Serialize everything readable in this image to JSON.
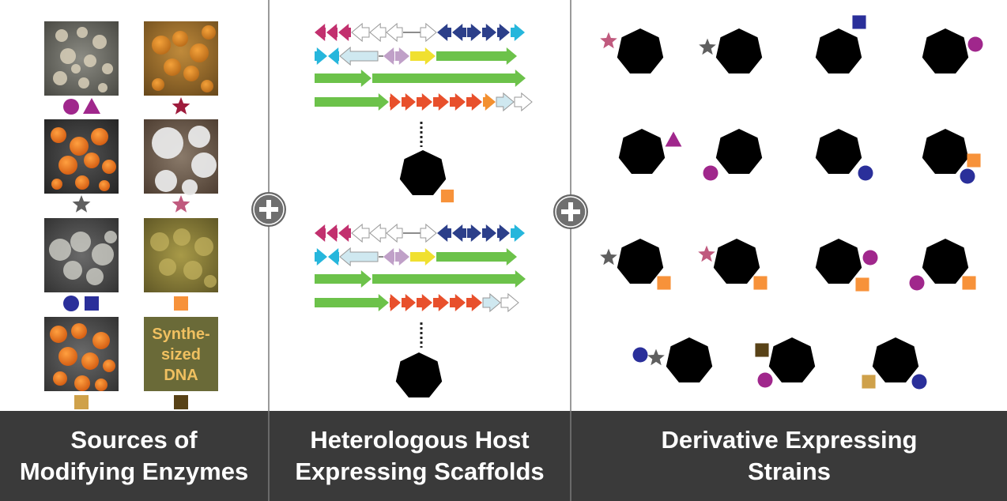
{
  "colors": {
    "magenta": "#a0278c",
    "crimson": "#9e1b3c",
    "grey_star": "#5f5f5f",
    "pink": "#c05a7e",
    "navy": "#2a2f9a",
    "orange": "#f7923a",
    "tan": "#cfa14a",
    "dark_brown": "#584217",
    "synth_bg": "#6a6a38",
    "synth_text": "#f0c060",
    "host": "#000000",
    "footer_bg": "#3a3a3a",
    "plus_button": "#666666"
  },
  "panels": {
    "sources": {
      "label_lines": [
        "Sources of",
        "Modifying Enzymes"
      ],
      "synthesized_tile_lines": [
        "Synthe-",
        "sized",
        "DNA"
      ],
      "tiles": [
        {
          "name": "tile-1",
          "style": "colony-pale",
          "markers": [
            "magenta-circle",
            "magenta-triangle"
          ]
        },
        {
          "name": "tile-2",
          "style": "colony-amber",
          "markers": [
            "crimson-star"
          ]
        },
        {
          "name": "tile-3",
          "style": "colony-orange",
          "markers": [
            "grey-star"
          ]
        },
        {
          "name": "tile-4",
          "style": "colony-white",
          "markers": [
            "pink-star"
          ]
        },
        {
          "name": "tile-5",
          "style": "colony-grey",
          "markers": [
            "navy-circle",
            "navy-square"
          ]
        },
        {
          "name": "tile-6",
          "style": "colony-olive",
          "markers": [
            "orange-square"
          ]
        },
        {
          "name": "tile-7",
          "style": "colony-orange-dense",
          "markers": [
            "tan-square"
          ]
        },
        {
          "name": "tile-8",
          "style": "synthesized-dna",
          "markers": [
            "dark-brown-square"
          ]
        }
      ]
    },
    "host": {
      "label_lines": [
        "Heterologous Host",
        "Expressing Scaffolds"
      ],
      "gene_clusters": [
        {
          "name": "gene-cluster-with-modification",
          "host_marker": "orange-square"
        },
        {
          "name": "gene-cluster-base",
          "host_marker": "none"
        }
      ]
    },
    "derivatives": {
      "label_lines": [
        "Derivative Expressing",
        "Strains"
      ],
      "strains": [
        {
          "markers": [
            "pink-star"
          ]
        },
        {
          "markers": [
            "grey-star"
          ]
        },
        {
          "markers": [
            "navy-square"
          ]
        },
        {
          "markers": [
            "magenta-circle"
          ]
        },
        {
          "markers": [
            "magenta-triangle"
          ]
        },
        {
          "markers": [
            "magenta-circle"
          ]
        },
        {
          "markers": [
            "navy-circle"
          ]
        },
        {
          "markers": [
            "orange-square",
            "navy-circle"
          ]
        },
        {
          "markers": [
            "grey-star",
            "orange-square"
          ]
        },
        {
          "markers": [
            "pink-star",
            "orange-square"
          ]
        },
        {
          "markers": [
            "magenta-circle",
            "orange-square"
          ]
        },
        {
          "markers": [
            "magenta-circle",
            "orange-square"
          ]
        },
        {
          "markers": [
            "navy-circle",
            "grey-star"
          ]
        },
        {
          "markers": [
            "dark-brown-square",
            "magenta-circle"
          ]
        },
        {
          "markers": [
            "tan-square",
            "navy-circle"
          ]
        }
      ]
    }
  }
}
